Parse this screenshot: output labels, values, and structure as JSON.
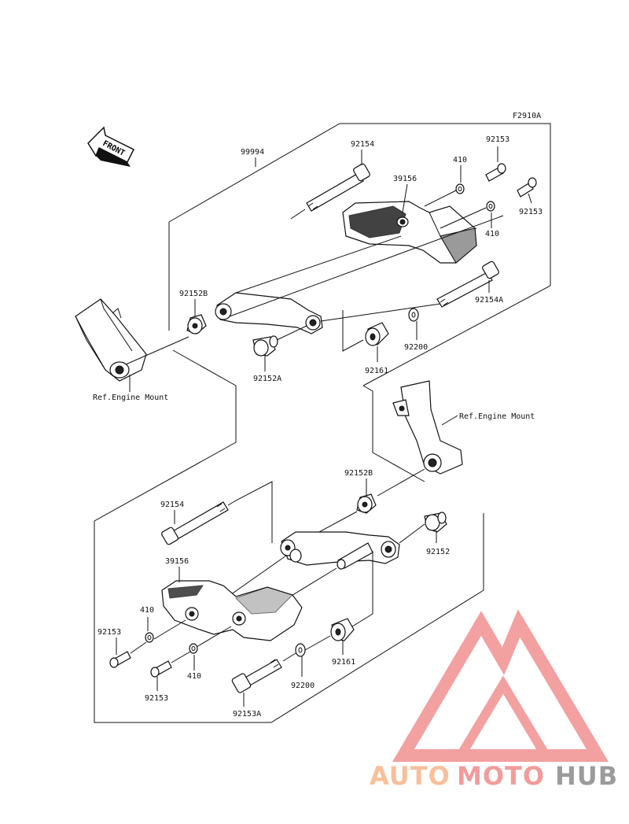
{
  "figure_code": "F2910A",
  "front_label": "FRONT",
  "ref_labels": {
    "upper": "Ref.Engine Mount",
    "lower": "Ref.Engine Mount"
  },
  "upper_assembly": {
    "kit": "99994",
    "bolt_long": "92154",
    "bolt_short": "92154A",
    "slider": "39156",
    "washer_a": "410",
    "washer_b": "410",
    "screw_a": "92153",
    "screw_b": "92153",
    "collar_b": "92152B",
    "collar_a": "92152A",
    "bracket_collar": "92161",
    "washer_plain": "92200"
  },
  "lower_assembly": {
    "collar_b": "92152B",
    "bolt_long": "92154",
    "collar": "92152",
    "slider": "39156",
    "washer_a": "410",
    "washer_b": "410",
    "screw_a": "92153",
    "screw_b": "92153",
    "bracket_collar": "92161",
    "washer_plain": "92200",
    "bolt_short": "92153A"
  },
  "watermark": {
    "part1": "AUTO",
    "part2": "MOTO",
    "part3": "HUB",
    "color_orange": "#f7b58a",
    "color_red": "#f28a8a",
    "color_grey": "#8a8a8a"
  }
}
